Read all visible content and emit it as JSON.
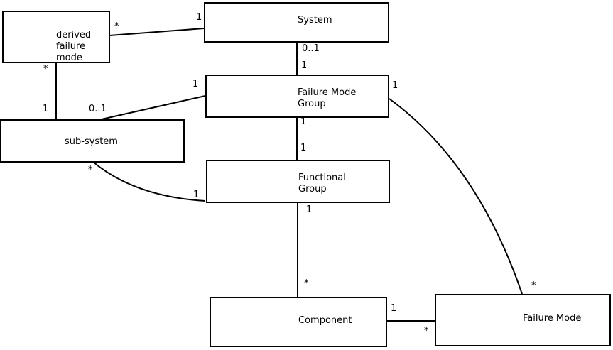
{
  "diagram": {
    "kind": "uml-association-diagram",
    "nodes": [
      {
        "id": "derived-failure-mode",
        "label": "derived\nfailure\nmode"
      },
      {
        "id": "system",
        "label": "System"
      },
      {
        "id": "failure-mode-group",
        "label": "Failure Mode\nGroup"
      },
      {
        "id": "sub-system",
        "label": "sub-system"
      },
      {
        "id": "functional-group",
        "label": "Functional\nGroup"
      },
      {
        "id": "component",
        "label": "Component"
      },
      {
        "id": "failure-mode",
        "label": "Failure Mode"
      }
    ],
    "edges": [
      {
        "from": "System",
        "to": "derived failure mode",
        "from_mult": "1",
        "to_mult": "*"
      },
      {
        "from": "System",
        "to": "Failure Mode Group",
        "from_mult": "0..1",
        "to_mult": "1"
      },
      {
        "from": "derived failure mode",
        "to": "sub-system",
        "from_mult": "*",
        "to_mult": "1"
      },
      {
        "from": "Failure Mode Group",
        "to": "sub-system",
        "from_mult": "1",
        "to_mult": "0..1"
      },
      {
        "from": "Failure Mode Group",
        "to": "Functional Group",
        "from_mult": "1",
        "to_mult": "1"
      },
      {
        "from": "Functional Group",
        "to": "sub-system",
        "from_mult": "1",
        "to_mult": "*"
      },
      {
        "from": "Functional Group",
        "to": "Component",
        "from_mult": "1",
        "to_mult": "*"
      },
      {
        "from": "Component",
        "to": "Failure Mode",
        "from_mult": "1",
        "to_mult": "*"
      },
      {
        "from": "Failure Mode Group",
        "to": "Failure Mode",
        "from_mult": "1",
        "to_mult": "*"
      }
    ],
    "colors": {
      "line": "#000000",
      "background": "#ffffff",
      "text": "#000000"
    }
  }
}
